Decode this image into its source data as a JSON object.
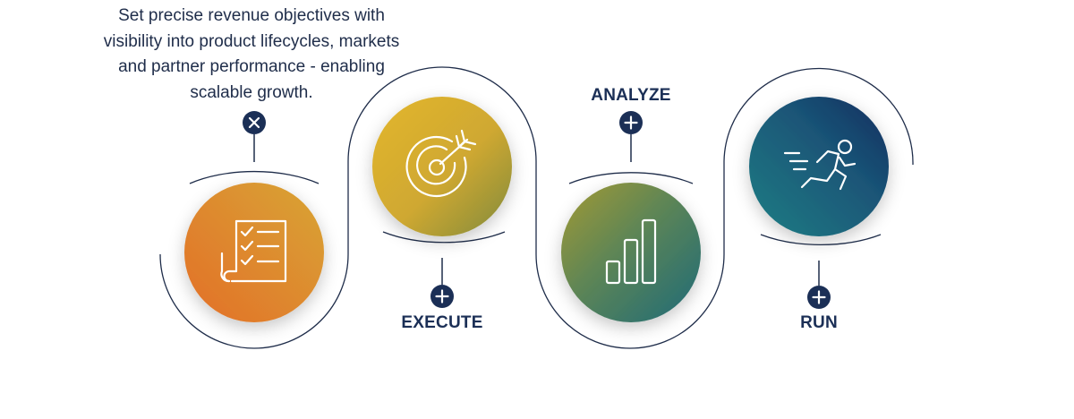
{
  "description": "Set precise revenue objectives with visibility into product lifecycles, markets and partner performance - enabling scalable growth.",
  "steps": [
    {
      "icon": "checklist-icon",
      "toggle": "close-icon",
      "label": ""
    },
    {
      "icon": "target-icon",
      "toggle": "plus-icon",
      "label": "EXECUTE"
    },
    {
      "icon": "bar-chart-icon",
      "toggle": "plus-icon",
      "label": "ANALYZE"
    },
    {
      "icon": "running-person-icon",
      "toggle": "plus-icon",
      "label": "RUN"
    }
  ],
  "colors": {
    "line": "#1f2d4a",
    "node": "#1b2f56",
    "gradient_stops": [
      "#e5782a",
      "#d9aa2c",
      "#2e7a74",
      "#1c3a6b",
      "#13305e"
    ]
  }
}
